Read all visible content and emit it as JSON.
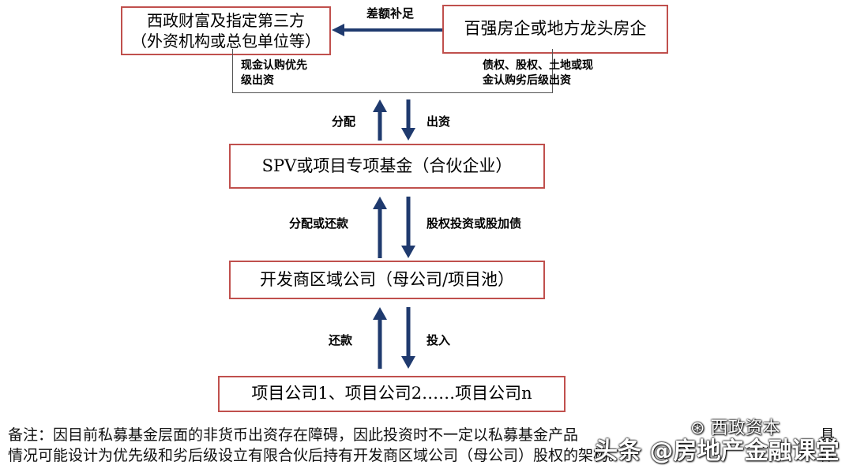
{
  "boxes": {
    "gov_line1": "西政财富及指定第三方",
    "gov_line2": "（外资机构或总包单位等）",
    "developer": "百强房企或地方龙头房企",
    "spv": "SPV或项目专项基金（合伙企业）",
    "regional": "开发商区域公司（母公司/项目池）",
    "projects": "项目公司1、项目公司2……项目公司n"
  },
  "notes": {
    "cash_line1": "现金认购优先",
    "cash_line2": "级出资",
    "debt_line1": "债权、股权、土地或现",
    "debt_line2": "金认购劣后级出资"
  },
  "labels": {
    "shortfall": "差额补足",
    "distribute": "分配",
    "invest": "出资",
    "distribute_repay": "分配或还款",
    "equity_invest": "股权投资或股加债",
    "repay": "还款",
    "put_in": "投入"
  },
  "footer": {
    "line1": "备注：因目前私募基金层面的非货币出资存在障碍，因此投资时不一定以私募基金产品",
    "line2": "情况可能设计为优先级和劣后级设立有限合伙后持有开发商区域公司（母公司）股权的架构。"
  },
  "watermark": {
    "source": "西政资本",
    "tail": "具体",
    "brand": "头条 @房地产金融课堂"
  },
  "colors": {
    "box_border": "#c0504d",
    "arrow": "#1f3a6e"
  }
}
